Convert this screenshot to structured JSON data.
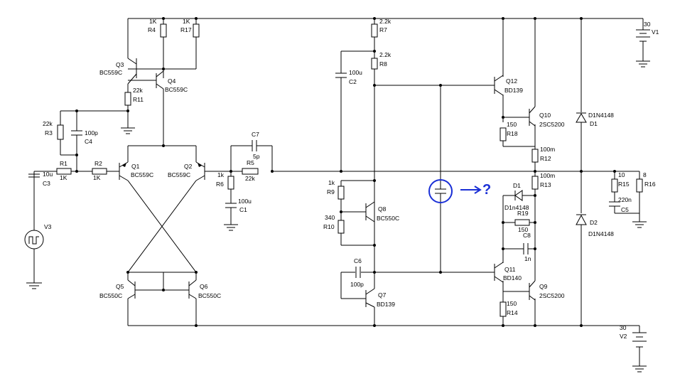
{
  "components": {
    "V1": {
      "ref": "V1",
      "value": "30"
    },
    "V2": {
      "ref": "V2",
      "value": "30"
    },
    "V3": {
      "ref": "V3"
    },
    "R1": {
      "ref": "R1",
      "value": "1K"
    },
    "R2": {
      "ref": "R2",
      "value": "1K"
    },
    "R3": {
      "ref": "R3",
      "value": "22k"
    },
    "R4": {
      "ref": "R4",
      "value": "1K"
    },
    "R5": {
      "ref": "R5",
      "value": "22k"
    },
    "R6": {
      "ref": "R6",
      "value": "1k"
    },
    "R7": {
      "ref": "R7",
      "value": "2.2k"
    },
    "R8": {
      "ref": "R8",
      "value": "2.2k"
    },
    "R9": {
      "ref": "R9",
      "value": "1k"
    },
    "R10": {
      "ref": "R10",
      "value": "340"
    },
    "R11": {
      "ref": "R11",
      "value": "22k"
    },
    "R12": {
      "ref": "R12",
      "value": "100m"
    },
    "R13": {
      "ref": "R13",
      "value": "100m"
    },
    "R14": {
      "ref": "R14",
      "value": "150"
    },
    "R15": {
      "ref": "R15",
      "value": "10"
    },
    "R16": {
      "ref": "R16",
      "value": "8"
    },
    "R17": {
      "ref": "R17",
      "value": "1K"
    },
    "R18": {
      "ref": "R18",
      "value": "150"
    },
    "R19": {
      "ref": "R19",
      "value": "150"
    },
    "C1": {
      "ref": "C1",
      "value": "100u"
    },
    "C2": {
      "ref": "C2",
      "value": "100u"
    },
    "C3": {
      "ref": "C3",
      "value": "10u"
    },
    "C4": {
      "ref": "C4",
      "value": "100p"
    },
    "C5": {
      "ref": "C5",
      "value": "220n"
    },
    "C6": {
      "ref": "C6",
      "value": "100p"
    },
    "C7": {
      "ref": "C7",
      "value": "5p"
    },
    "C8": {
      "ref": "C8",
      "value": "1n"
    },
    "D1": {
      "ref": "D1",
      "part": "D1n4148"
    },
    "D1R": {
      "ref": "D1",
      "part": "D1N4148"
    },
    "D2": {
      "ref": "D2",
      "part": "D1N4148"
    },
    "Q1": {
      "ref": "Q1",
      "part": "BC559C"
    },
    "Q2": {
      "ref": "Q2",
      "part": "BC559C"
    },
    "Q3": {
      "ref": "Q3",
      "part": "BC559C"
    },
    "Q4": {
      "ref": "Q4",
      "part": "BC559C"
    },
    "Q5": {
      "ref": "Q5",
      "part": "BC550C"
    },
    "Q6": {
      "ref": "Q6",
      "part": "BC550C"
    },
    "Q7": {
      "ref": "Q7",
      "part": "BD139"
    },
    "Q8": {
      "ref": "Q8",
      "part": "BC550C"
    },
    "Q9": {
      "ref": "Q9",
      "part": "2SC5200"
    },
    "Q10": {
      "ref": "Q10",
      "part": "2SC5200"
    },
    "Q11": {
      "ref": "Q11",
      "part": "BD140"
    },
    "Q12": {
      "ref": "Q12",
      "part": "BD139"
    }
  },
  "annotation": {
    "text": "?",
    "color": "#1a2fd6"
  }
}
